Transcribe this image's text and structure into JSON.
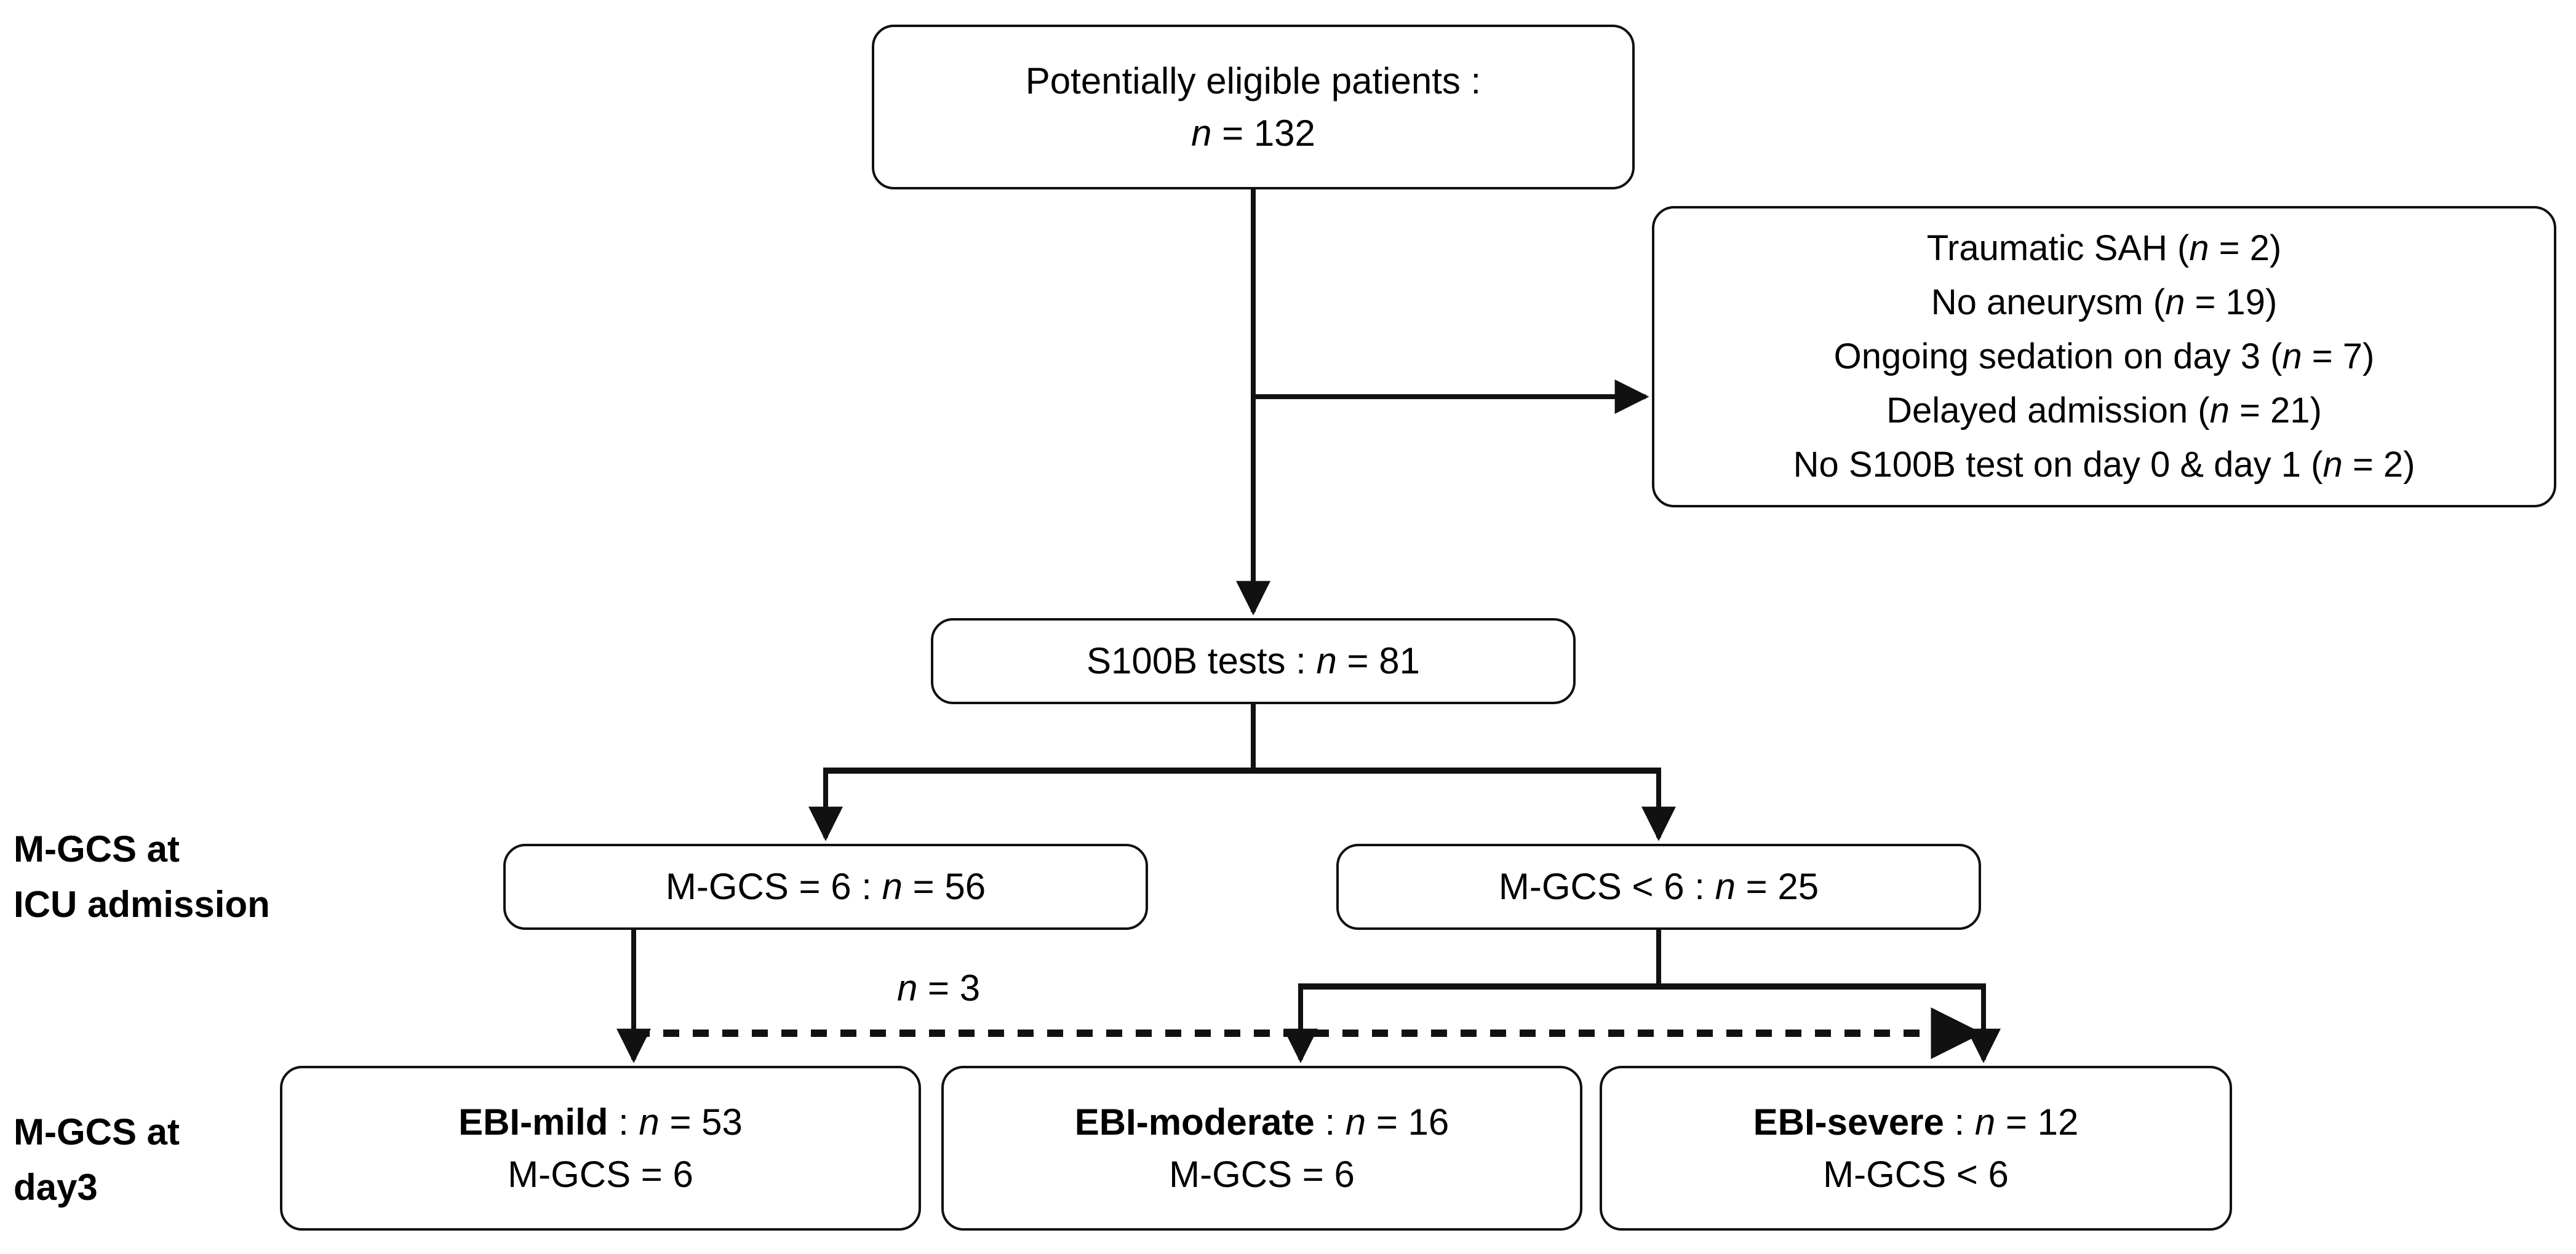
{
  "diagram": {
    "title": "Patient flow diagram (CONSORT-style)",
    "nodes": {
      "eligible": {
        "line1": "Potentially eligible patients :",
        "line2_var": "n",
        "line2_rest": " = 132"
      },
      "excluded": {
        "items": [
          {
            "text": "Traumatic SAH (",
            "var": "n",
            "rest": " = 2)"
          },
          {
            "text": "No aneurysm (",
            "var": "n",
            "rest": " = 19)"
          },
          {
            "text": "Ongoing sedation on day 3 (",
            "var": "n",
            "rest": " = 7)"
          },
          {
            "text": "Delayed admission (",
            "var": "n",
            "rest": " = 21)"
          },
          {
            "text": "No S100B test on day 0 & day 1 (",
            "var": "n",
            "rest": " = 2)"
          }
        ]
      },
      "s100b": {
        "text": "S100B tests : ",
        "var": "n",
        "rest": " = 81"
      },
      "mgcs_equal": {
        "text": "M-GCS = 6 : ",
        "var": "n",
        "rest": " = 56"
      },
      "mgcs_less": {
        "text": "M-GCS < 6 : ",
        "var": "n",
        "rest": " = 25"
      },
      "ebi_mild": {
        "strong": "EBI-mild",
        "sep": " : ",
        "var": "n",
        "rest": " = 53",
        "line2": "M-GCS = 6"
      },
      "ebi_moderate": {
        "strong": "EBI-moderate",
        "sep": " : ",
        "var": "n",
        "rest": " = 16",
        "line2": "M-GCS = 6"
      },
      "ebi_severe": {
        "strong": "EBI-severe",
        "sep": " : ",
        "var": "n",
        "rest": " = 12",
        "line2": "M-GCS < 6"
      }
    },
    "row_labels": {
      "icu_admission_line1": "M-GCS at",
      "icu_admission_line2": "ICU admission",
      "day3_line1": "M-GCS at",
      "day3_line2": "day3"
    },
    "edge_labels": {
      "crossover_var": "n",
      "crossover_rest": " = 3"
    },
    "colors": {
      "stroke": "#111111",
      "background": "#ffffff",
      "text": "#000000"
    }
  }
}
